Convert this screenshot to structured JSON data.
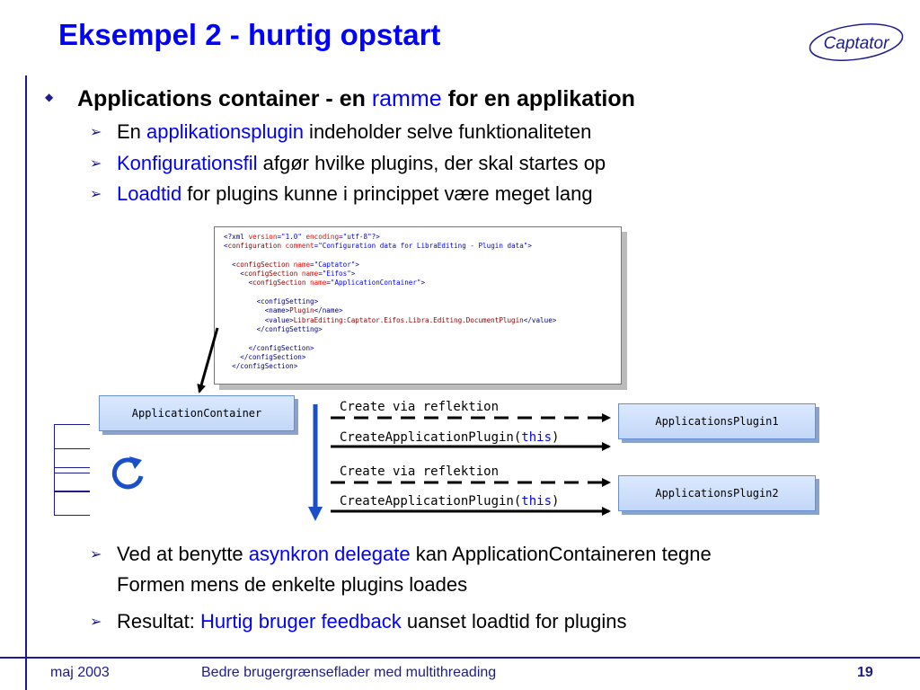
{
  "slide": {
    "title": "Eksempel 2 - hurtig opstart",
    "logo_text": "Captator",
    "main_bullet": {
      "pre": "Applications container - en ",
      "highlight": "ramme",
      "post": " for en applikation"
    },
    "sub_bullets_top": [
      {
        "pre": "En ",
        "highlight": "applikationsplugin",
        "post": " indeholder selve funktionaliteten"
      },
      {
        "pre": "",
        "highlight": "Konfigurationsfil",
        "post": " afgør hvilke plugins, der skal startes op"
      },
      {
        "pre": "",
        "highlight": "Loadtid",
        "post": " for plugins kunne i princippet være meget lang"
      }
    ],
    "sub_bullets_bottom": [
      {
        "pre": "Ved at benytte ",
        "highlight": "asynkron delegate",
        "post": " kan ApplicationContaineren tegne",
        "line2": "Formen mens de enkelte plugins loades"
      },
      {
        "pre": "Resultat: ",
        "highlight": "Hurtig bruger feedback",
        "post": " uanset loadtid for plugins"
      }
    ]
  },
  "xml": {
    "decl": {
      "tag": "?xml",
      "version_attr": "version",
      "version_val": "\"1.0\"",
      "enc_attr": "encoding",
      "enc_val": "\"utf-8\"",
      "close": "?>"
    },
    "config": {
      "tag": "configuration",
      "attr": "comment",
      "val": "\"Configuration data for LibraEditing - Plugin data\""
    },
    "sections": [
      {
        "tag": "configSection",
        "attr": "name",
        "val": "\"Captator\""
      },
      {
        "tag": "configSection",
        "attr": "name",
        "val": "\"Eifos\""
      },
      {
        "tag": "configSection",
        "attr": "name",
        "val": "\"ApplicationContainer\""
      }
    ],
    "setting_open": "<configSetting>",
    "name_line": {
      "open": "<name>",
      "text": "Plugin",
      "close": "</name>"
    },
    "value_line": {
      "open": "<value>",
      "text": "LibraEditing:Captator.Eifos.Libra.Editing.DocumentPlugin",
      "close": "</value>"
    },
    "setting_close": "</configSetting>",
    "section_close": "</configSection>"
  },
  "diagram": {
    "container_label": "ApplicationContainer",
    "plugin1_label": "ApplicationsPlugin1",
    "plugin2_label": "ApplicationsPlugin2",
    "create_label_1": "Create via reflektion",
    "call_label_1_pre": "CreateApplicationPlugin(",
    "call_label_1_kw": "this",
    "call_label_1_post": ")",
    "create_label_2": "Create via reflektion",
    "call_label_2_pre": "CreateApplicationPlugin(",
    "call_label_2_kw": "this",
    "call_label_2_post": ")",
    "refresh_icon": "refresh-icon"
  },
  "footer": {
    "date": "maj 2003",
    "center": "Bedre brugergrænseflader med multithreading",
    "page": "19"
  },
  "colors": {
    "accent": "#0000ff",
    "navy": "#1c1c8c",
    "box_fill": "#c2d7f7"
  }
}
